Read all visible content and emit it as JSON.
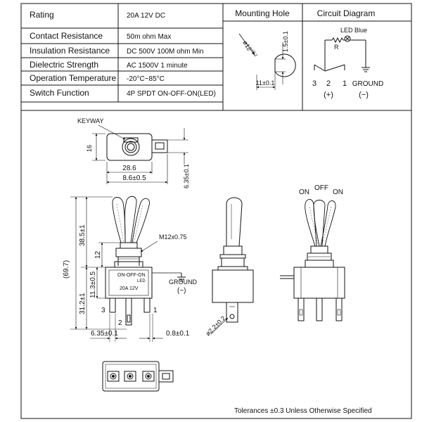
{
  "spec_table": {
    "rows": [
      {
        "label": "Rating",
        "value": "20A 12V DC"
      },
      {
        "label": "Contact Resistance",
        "value": "50m ohm Max"
      },
      {
        "label": "Insulation Resistance",
        "value": "DC 500V 100M ohm Min"
      },
      {
        "label": "Dielectric Strength",
        "value": "AC 1500V 1 minute"
      },
      {
        "label": "Operation Temperature",
        "value": "-20°C~85°C"
      },
      {
        "label": "Switch Function",
        "value": "4P SPDT ON-OFF-ON(LED)"
      }
    ]
  },
  "mounting_hole": {
    "title": "Mounting Hole",
    "dia": "ø12",
    "dia_tol": "+0.2",
    "height": "1.5±0.1",
    "width": "11±0.1"
  },
  "circuit": {
    "title": "Circuit Diagram",
    "led_label": "LED Blue",
    "resistor": "R",
    "pin3": "3",
    "pin2": "2",
    "pin1": "1",
    "ground": "GROUND",
    "plus": "(+)",
    "minus": "(−)"
  },
  "top_view": {
    "keyway": "KEYWAY",
    "dim_16": "16",
    "dim_286": "28.6",
    "dim_86": "8.6±0.5",
    "dim_635v": "6.35±0.1"
  },
  "front_view": {
    "dim_697": "(69.7)",
    "dim_385": "38.5±1",
    "dim_312": "31.2±1",
    "dim_12": "12",
    "dim_113": "11.3±0.5",
    "thread": "M12x0.75",
    "body_text1": "ON-OFF-ON",
    "body_text2": "LED",
    "body_text3": "20A 12V",
    "ground": "GROUND",
    "minus": "(−)",
    "pin3": "3",
    "pin2": "2",
    "pin1": "1",
    "dim_635": "6.35±0.1",
    "dim_08": "0.8±0.1"
  },
  "side_view": {
    "dim_22": "ø2.2±0.2"
  },
  "right_view": {
    "on_left": "ON",
    "off": "OFF",
    "on_right": "ON"
  },
  "footer": {
    "tolerance": "Tolerances ±0.3 Unless Otherwise Specified"
  },
  "colors": {
    "line": "#111111",
    "background": "#ffffff"
  }
}
